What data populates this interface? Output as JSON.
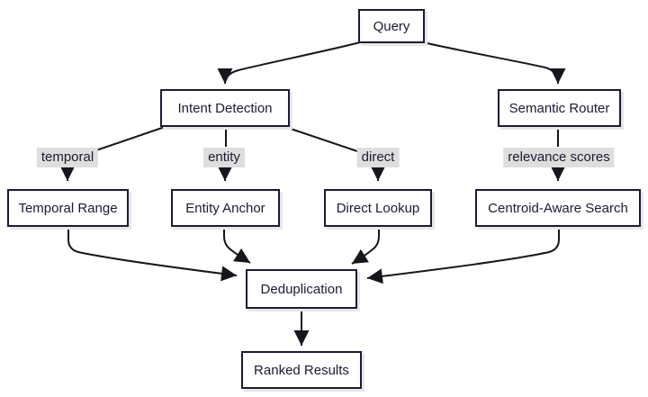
{
  "diagram": {
    "type": "flowchart",
    "direction": "top-down",
    "colors": {
      "background": "#ffffff",
      "node_fill": "#ffffff",
      "node_border": "#1b1b32",
      "node_text": "#1b1b32",
      "edge_stroke": "#16161d",
      "edge_label_bg": "#dedede",
      "node_shadow": "#e7e7e7"
    },
    "nodes": {
      "query": {
        "label": "Query"
      },
      "intent_detection": {
        "label": "Intent Detection"
      },
      "semantic_router": {
        "label": "Semantic Router"
      },
      "temporal_range": {
        "label": "Temporal Range"
      },
      "entity_anchor": {
        "label": "Entity Anchor"
      },
      "direct_lookup": {
        "label": "Direct Lookup"
      },
      "centroid_aware_search": {
        "label": "Centroid-Aware Search"
      },
      "deduplication": {
        "label": "Deduplication"
      },
      "ranked_results": {
        "label": "Ranked Results"
      }
    },
    "edge_labels": {
      "temporal": "temporal",
      "entity": "entity",
      "direct": "direct",
      "relevance_scores": "relevance scores"
    },
    "edges": [
      {
        "from": "Query",
        "to": "Intent Detection",
        "label": ""
      },
      {
        "from": "Query",
        "to": "Semantic Router",
        "label": ""
      },
      {
        "from": "Intent Detection",
        "to": "Temporal Range",
        "label": "temporal"
      },
      {
        "from": "Intent Detection",
        "to": "Entity Anchor",
        "label": "entity"
      },
      {
        "from": "Intent Detection",
        "to": "Direct Lookup",
        "label": "direct"
      },
      {
        "from": "Semantic Router",
        "to": "Centroid-Aware Search",
        "label": "relevance scores"
      },
      {
        "from": "Temporal Range",
        "to": "Deduplication",
        "label": ""
      },
      {
        "from": "Entity Anchor",
        "to": "Deduplication",
        "label": ""
      },
      {
        "from": "Direct Lookup",
        "to": "Deduplication",
        "label": ""
      },
      {
        "from": "Centroid-Aware Search",
        "to": "Deduplication",
        "label": ""
      },
      {
        "from": "Deduplication",
        "to": "Ranked Results",
        "label": ""
      }
    ]
  }
}
